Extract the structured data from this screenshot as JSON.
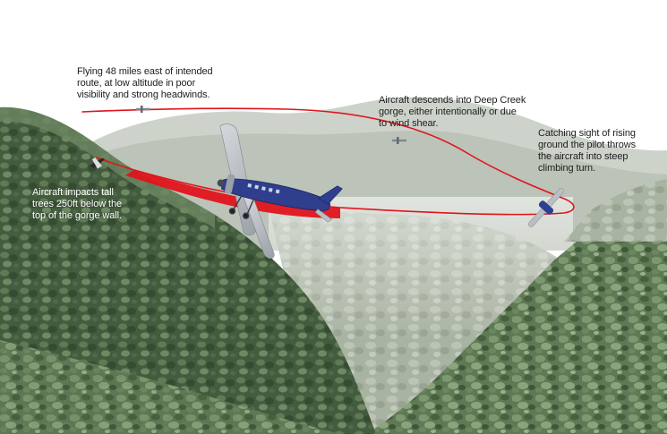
{
  "callouts": {
    "route": "Flying 48 miles east of intended\nroute, at low altitude in poor\nvisibility and strong headwinds.",
    "descent": "Aircraft descends into Deep Creek\ngorge, either intentionally or due\nto wind shear.",
    "climb": "Catching sight of rising\nground the pilot throws\nthe aircraft into steep\nclimbing turn.",
    "impact": "Aircraft impacts tall\ntrees 250ft below the\ntop of the gorge wall."
  },
  "colors": {
    "flight_path": "#e0141c",
    "sky": "#ffffff",
    "distant_hills": "#c9cfc7",
    "gorge_haze": "#b7bdb3",
    "forest_dark": "#4f6848",
    "forest_mid": "#6f8a62",
    "forest_light": "#9aab8e",
    "fuselage": "#2f3f8e",
    "wing": "#b9bfc4"
  },
  "icons": [
    "aircraft-icon",
    "crashed-aircraft-icon"
  ]
}
